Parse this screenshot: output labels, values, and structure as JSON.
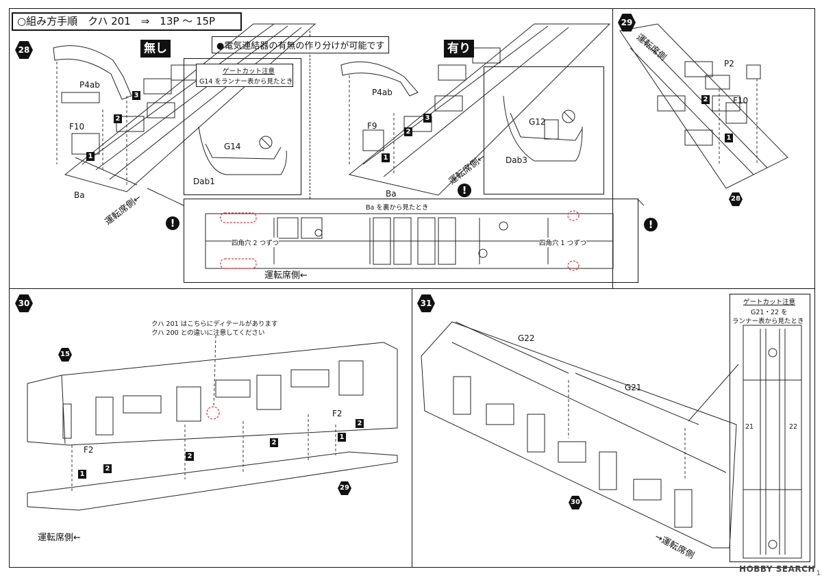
{
  "header": {
    "title": "○組み方手順　クハ 201　⇒　13P ～ 15P"
  },
  "top_note": "●電気連結器の有無の作り分けが可能です",
  "step28": {
    "number": "28",
    "tag_none": "無し",
    "tag_with": "有り",
    "labels": {
      "p4ab_a": "P4ab",
      "f10": "F10",
      "ba_a": "Ba",
      "p4ab_b": "P4ab",
      "f9": "F9",
      "ba_b": "Ba",
      "g14": "G14",
      "dab1": "Dab1",
      "g12": "G12",
      "dab3": "Dab3"
    },
    "gate_title": "ゲートカット注意",
    "gate_text": "G14 をランナー表から見たとき",
    "driver_side": "運転席側←",
    "driver_side_b": "運転席側←",
    "bottom_title": "Ba を裏から見たとき",
    "holes_left": "四角穴 2 つずつ",
    "holes_right": "四角穴 1 つずつ",
    "bottom_driver": "運転席側←"
  },
  "step29": {
    "number": "29",
    "driver_side": "運転席側",
    "labels": {
      "p2": "P2",
      "f10": "F10"
    },
    "ref": "28"
  },
  "step30": {
    "number": "30",
    "ref_body": "15",
    "note_line1": "クハ 201 はこちらにディテールがあります",
    "note_line2": "クハ 200 との違いに注意してください",
    "labels": {
      "f2a": "F2",
      "f2b": "F2"
    },
    "ref_floor": "29",
    "driver_side": "運転席側←"
  },
  "step31": {
    "number": "31",
    "labels": {
      "g22": "G22",
      "g21": "G21"
    },
    "ref": "30",
    "driver_side": "→運転席側",
    "gate_title": "ゲートカット注意",
    "gate_line1": "G21・22 を",
    "gate_line2": "ランナー表から見たとき",
    "part_21": "21",
    "part_22": "22"
  },
  "numbered": {
    "n1": "1",
    "n2": "2",
    "n3": "3"
  },
  "warn_mark": "!",
  "watermark": "HOBBY SEARCH",
  "page_no": "1"
}
